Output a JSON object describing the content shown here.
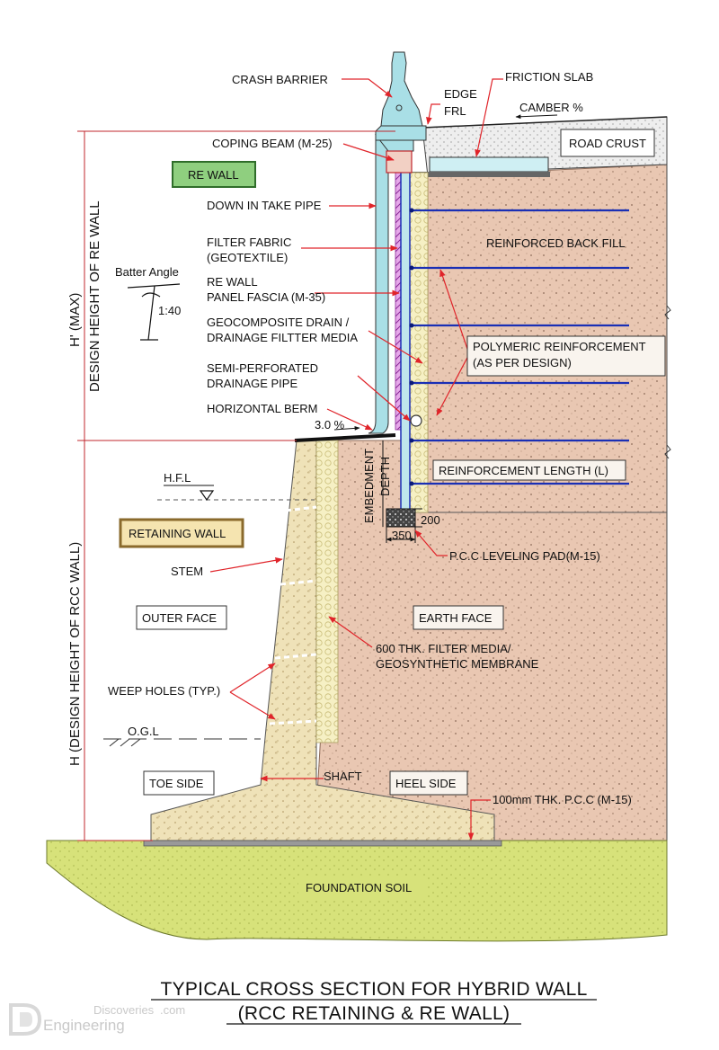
{
  "labels": {
    "crash_barrier": "CRASH BARRIER",
    "friction_slab": "FRICTION SLAB",
    "edge": "EDGE",
    "frl": "FRL",
    "camber": "CAMBER %",
    "road_crust": "ROAD CRUST",
    "coping_beam": "COPING BEAM (M-25)",
    "re_wall_box": "RE WALL",
    "down_in_take_pipe": "DOWN IN TAKE PIPE",
    "filter_fabric_1": "FILTER FABRIC",
    "filter_fabric_2": "(GEOTEXTILE)",
    "reinforced_back_fill": "REINFORCED BACK FILL",
    "batter_angle": "Batter Angle",
    "batter_ratio": "1:40",
    "re_wall_panel_1": "RE WALL",
    "re_wall_panel_2": "PANEL FASCIA (M-35)",
    "geocomposite_1": "GEOCOMPOSITE DRAIN /",
    "geocomposite_2": "DRAINAGE FILTTER MEDIA",
    "polymeric_1": "POLYMERIC REINFORCEMENT",
    "polymeric_2": "(AS PER DESIGN)",
    "semi_perforated_1": "SEMI-PERFORATED",
    "semi_perforated_2": "DRAINAGE PIPE",
    "horizontal_berm": "HORIZONTAL BERM",
    "slope_percent": "3.0 %",
    "reinforcement_length": "REINFORCEMENT LENGTH (L)",
    "hfl": "H.F.L",
    "embedment": "EMBEDMENT",
    "depth": "DEPTH",
    "dim_200": "200",
    "dim_350": "350",
    "retaining_wall_box": "RETAINING WALL",
    "pcc_leveling_pad": "P.C.C LEVELING PAD(M-15)",
    "stem": "STEM",
    "outer_face": "OUTER FACE",
    "earth_face": "EARTH FACE",
    "filter_media_1": "600 THK. FILTER MEDIA/",
    "filter_media_2": "GEOSYNTHETIC MEMBRANE",
    "weep_holes": "WEEP HOLES (TYP.)",
    "ogl": "O.G.L",
    "toe_side": "TOE SIDE",
    "shaft": "SHAFT",
    "heel_side": "HEEL SIDE",
    "pcc_100": "100mm THK. P.C.C (M-15)",
    "foundation_soil": "FOUNDATION SOIL",
    "h_max_1": "H' (MAX)",
    "h_max_2": "DESIGN HEIGHT OF RE WALL",
    "h_rcc": "H (DESIGN HEIGHT OF RCC WALL)"
  },
  "title": {
    "line1": "TYPICAL CROSS SECTION FOR HYBRID WALL",
    "line2": "(RCC  RETAINING & RE WALL)"
  },
  "watermark": {
    "line1": "Discoveries",
    "line1_suffix": ".com",
    "line2": "Engineering"
  },
  "colors": {
    "backfill": "#e9c7b2",
    "concrete": "#efe2b8",
    "foundation": "#d7e27a",
    "re_box_fill": "#8fcf7f",
    "rw_box_fill": "#f5e4b0",
    "rw_box_border": "#8a6a2c",
    "reinforcement": "#1a2fb5",
    "leader": "#e0242a",
    "pipe": "#a9dfe6",
    "fabric": "#d07adb"
  }
}
